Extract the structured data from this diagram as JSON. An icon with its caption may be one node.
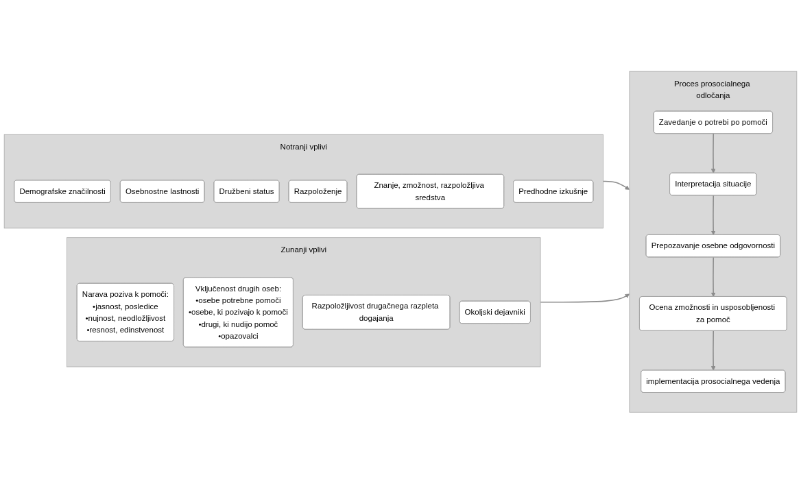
{
  "diagram": {
    "nodes": [
      {
        "text": [
          "Notranji vplivi"
        ]
      },
      {
        "text": [
          "Demografske značilnosti"
        ],
        "in": 0
      },
      {
        "text": [
          "Osebnostne lastnosti"
        ],
        "in": 0
      },
      {
        "text": [
          "Družbeni status"
        ],
        "in": 0
      },
      {
        "text": [
          "Razpoloženje"
        ],
        "in": 0
      },
      {
        "text": [
          "Znanje, zmožnost, razpoložljiva sredstva"
        ],
        "in": 0
      },
      {
        "text": [
          "Predhodne izkušnje"
        ],
        "in": 0
      },
      {
        "text": [
          "Proces prosocialnega odločanja"
        ]
      },
      {
        "text": [
          "Zavedanje o potrebi po pomoči"
        ],
        "in": 7
      },
      {
        "text": [
          "Interpretacija situacije"
        ],
        "in": 7
      },
      {
        "text": [
          "Prepozavanje osebne odgovornosti"
        ],
        "in": 7
      },
      {
        "text": [
          "Ocena zmožnosti in usposobljenosti za pomoč"
        ],
        "in": 7
      },
      {
        "text": [
          "implementacija prosocialnega vedenja"
        ],
        "in": 7
      },
      {
        "text": [
          "Zunanji vplivi"
        ]
      },
      {
        "text": [
          "Narava poziva k pomoči:",
          "•jasnost, posledice",
          "•nujnost, neodložljivost",
          "•resnost, edinstvenost"
        ],
        "in": 13
      },
      {
        "text": [
          "Vključenost drugih oseb:",
          "•osebe potrebne pomoči",
          "•osebe, ki pozivajo k pomoči",
          "•drugi, ki nudijo pomoč",
          "•opazovalci"
        ],
        "in": 13
      },
      {
        "text": [
          "Razpoložljivost drugačnega razpleta dogajanja"
        ],
        "in": 13
      },
      {
        "text": [
          "Okoljski dejavniki"
        ],
        "in": 13
      }
    ],
    "edges": [
      {
        "from": 0,
        "to": 7,
        "arrow": "to"
      },
      {
        "from": 13,
        "to": 7,
        "arrow": "to"
      },
      {
        "from": 8,
        "to": 9,
        "arrow": "to"
      },
      {
        "from": 9,
        "to": 10,
        "arrow": "to"
      },
      {
        "from": 10,
        "to": 11,
        "arrow": "to"
      },
      {
        "from": 11,
        "to": 12,
        "arrow": "to"
      }
    ]
  }
}
